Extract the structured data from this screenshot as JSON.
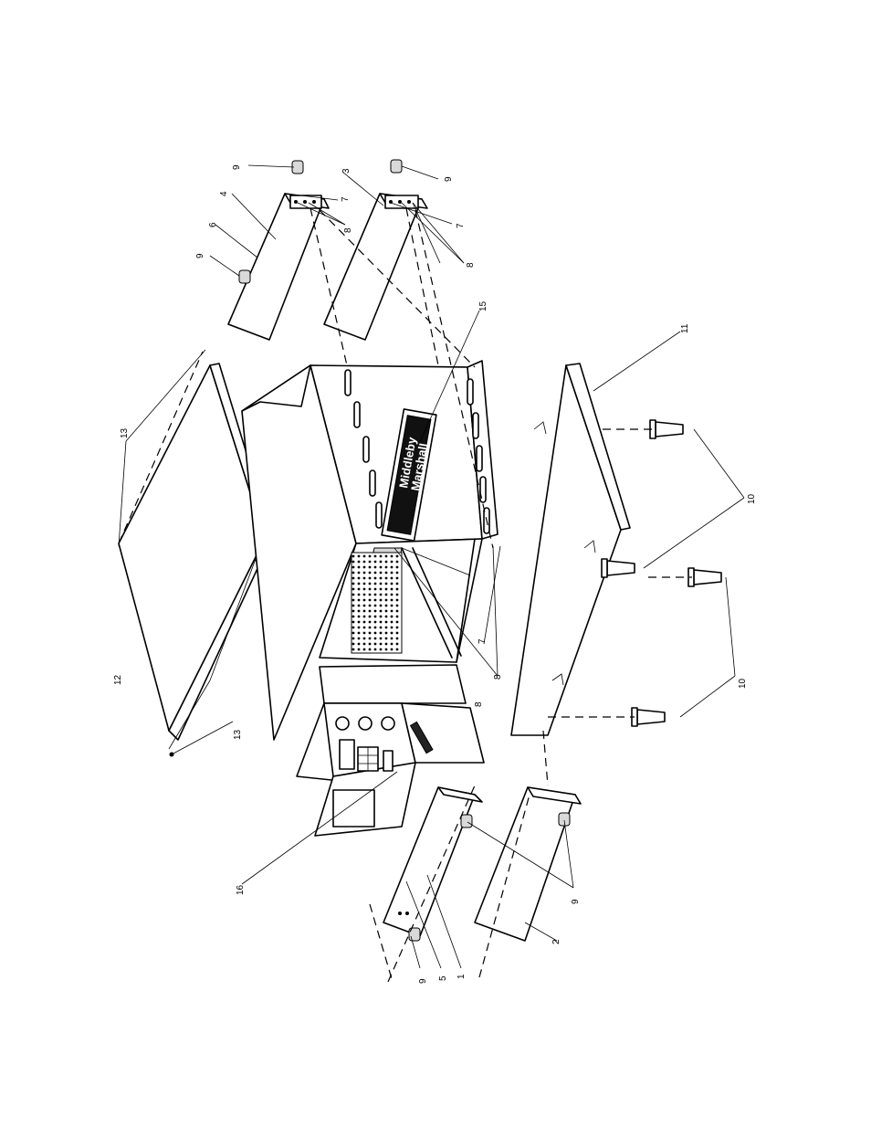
{
  "callouts": {
    "c1": "1",
    "c2": "2",
    "c3": "3",
    "c4": "4",
    "c5": "5",
    "c6": "6",
    "c7a": "7",
    "c7b": "7",
    "c7c": "7",
    "c8a": "8",
    "c8b": "8",
    "c8c": "8",
    "c8d": "8",
    "c9a": "9",
    "c9b": "9",
    "c9c": "9",
    "c9d": "9",
    "c9e": "9",
    "c10a": "10",
    "c10b": "10",
    "c11": "11",
    "c12": "12",
    "c13a": "13",
    "c13b": "13",
    "c15": "15",
    "c16": "16"
  },
  "logo": {
    "line1": "Middleby",
    "line2": "Marshall"
  }
}
